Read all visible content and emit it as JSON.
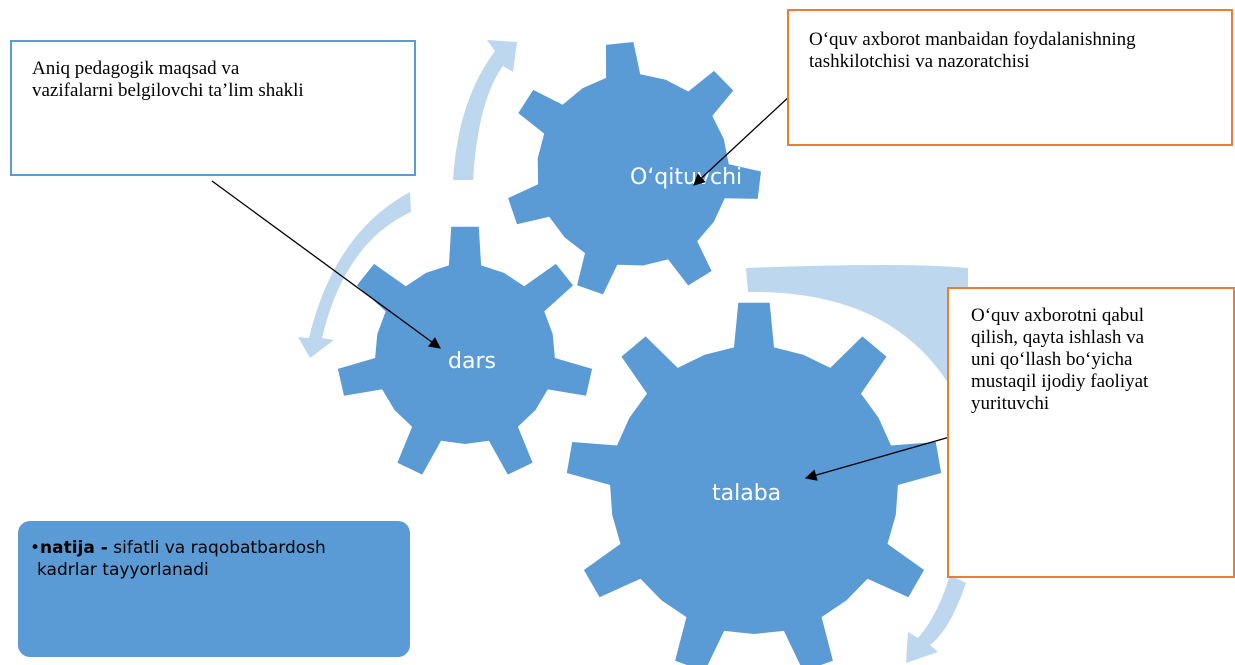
{
  "colors": {
    "gear": "#5B9BD5",
    "cycle_arrow": "#BDD7EE",
    "box_blue_border": "#5B9BD5",
    "box_orange_border": "#ED7D31",
    "pointer": "#000000",
    "gear_text": "#FFFFFF"
  },
  "gears": {
    "teacher": {
      "label": "O‘qituvchi"
    },
    "lesson": {
      "label": "dars"
    },
    "student": {
      "label": "talaba"
    }
  },
  "callouts": {
    "lesson_definition": {
      "line1": "Aniq pedagogik maqsad va",
      "line2": "vazifalarni belgilovchi ta’lim shakli"
    },
    "teacher_role": {
      "line1": "O‘quv axborot manbaidan foydalanishning",
      "line2": "tashkilotchisi va nazoratchisi"
    },
    "student_role": {
      "line1": "O‘quv axborotni qabul",
      "line2": "qilish, qayta ishlash va",
      "line3": "uni qo‘llash bo‘yicha",
      "line4": "mustaqil ijodiy faoliyat",
      "line5": "yurituvchi"
    }
  },
  "result_box": {
    "bullet": "•",
    "bold": "natija -",
    "rest": " sifatli va raqobatbardosh",
    "line2": "kadrlar tayyorlanadi"
  }
}
